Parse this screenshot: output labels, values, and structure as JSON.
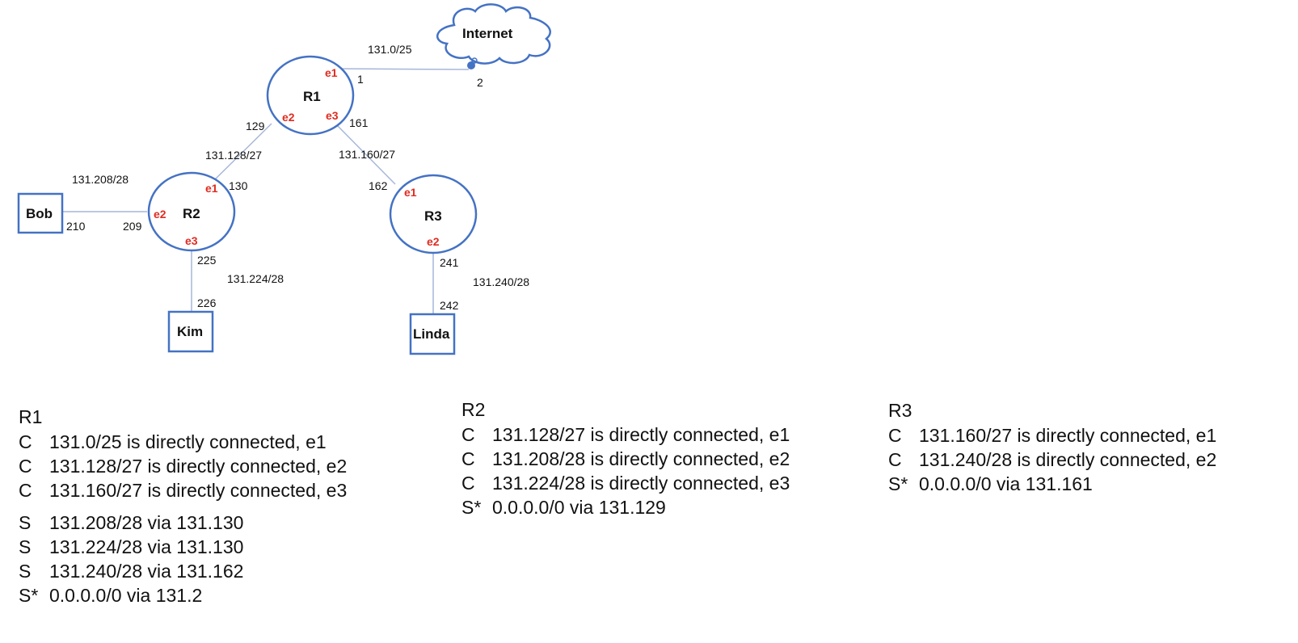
{
  "diagram": {
    "internet_label": "Internet",
    "routers": {
      "r1": {
        "name": "R1",
        "if_e1": "e1",
        "if_e2": "e2",
        "if_e3": "e3"
      },
      "r2": {
        "name": "R2",
        "if_e1": "e1",
        "if_e2": "e2",
        "if_e3": "e3"
      },
      "r3": {
        "name": "R3",
        "if_e1": "e1",
        "if_e2": "e2"
      }
    },
    "hosts": {
      "bob": "Bob",
      "kim": "Kim",
      "linda": "Linda"
    },
    "subnets": {
      "internet_link": "131.0/25",
      "r1_r2": "131.128/27",
      "r1_r3": "131.160/27",
      "bob_link": "131.208/28",
      "kim_link": "131.224/28",
      "linda_link": "131.240/28"
    },
    "addresses": {
      "r1_e1": "1",
      "internet": "2",
      "r1_e2": "129",
      "r1_e3": "161",
      "r2_e1": "130",
      "r3_e1": "162",
      "bob": "210",
      "r2_e2": "209",
      "r2_e3": "225",
      "kim": "226",
      "r3_e2": "241",
      "linda": "242"
    },
    "colors": {
      "node_outline": "#4472c4",
      "interface_label": "#e02b20",
      "link_line": "#a6b7d9"
    }
  },
  "routing_tables": {
    "r1": {
      "title": "R1",
      "connected": [
        {
          "code": "C",
          "entry": "131.0/25 is directly connected, e1"
        },
        {
          "code": "C",
          "entry": "131.128/27 is directly connected, e2"
        },
        {
          "code": "C",
          "entry": "131.160/27 is directly connected, e3"
        }
      ],
      "static": [
        {
          "code": "S",
          "entry": "131.208/28 via 131.130"
        },
        {
          "code": "S",
          "entry": "131.224/28 via 131.130"
        },
        {
          "code": "S",
          "entry": "131.240/28 via 131.162"
        },
        {
          "code": "S*",
          "entry": "0.0.0.0/0 via 131.2"
        }
      ]
    },
    "r2": {
      "title": "R2",
      "routes": [
        {
          "code": "C",
          "entry": "131.128/27 is directly connected, e1"
        },
        {
          "code": "C",
          "entry": "131.208/28 is directly connected, e2"
        },
        {
          "code": "C",
          "entry": "131.224/28 is directly connected, e3"
        },
        {
          "code": "S*",
          "entry": "0.0.0.0/0 via 131.129"
        }
      ]
    },
    "r3": {
      "title": "R3",
      "routes": [
        {
          "code": "C",
          "entry": "131.160/27 is directly connected, e1"
        },
        {
          "code": "C",
          "entry": "131.240/28 is directly connected, e2"
        },
        {
          "code": "S*",
          "entry": "0.0.0.0/0 via 131.161"
        }
      ]
    }
  }
}
